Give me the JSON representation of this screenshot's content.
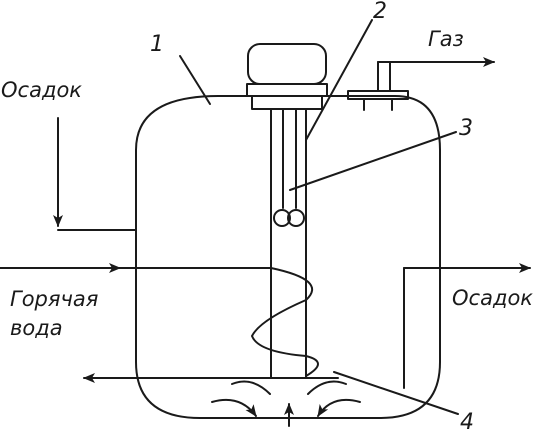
{
  "labels": {
    "n1": "1",
    "n2": "2",
    "n3": "3",
    "n4": "4",
    "gas": "Газ",
    "sludge_in": "Осадок",
    "sludge_out": "Осадок",
    "hot_water_line1": "Горячая",
    "hot_water_line2": "вода"
  },
  "colors": {
    "stroke": "#1a1a1a",
    "background": "#ffffff"
  }
}
